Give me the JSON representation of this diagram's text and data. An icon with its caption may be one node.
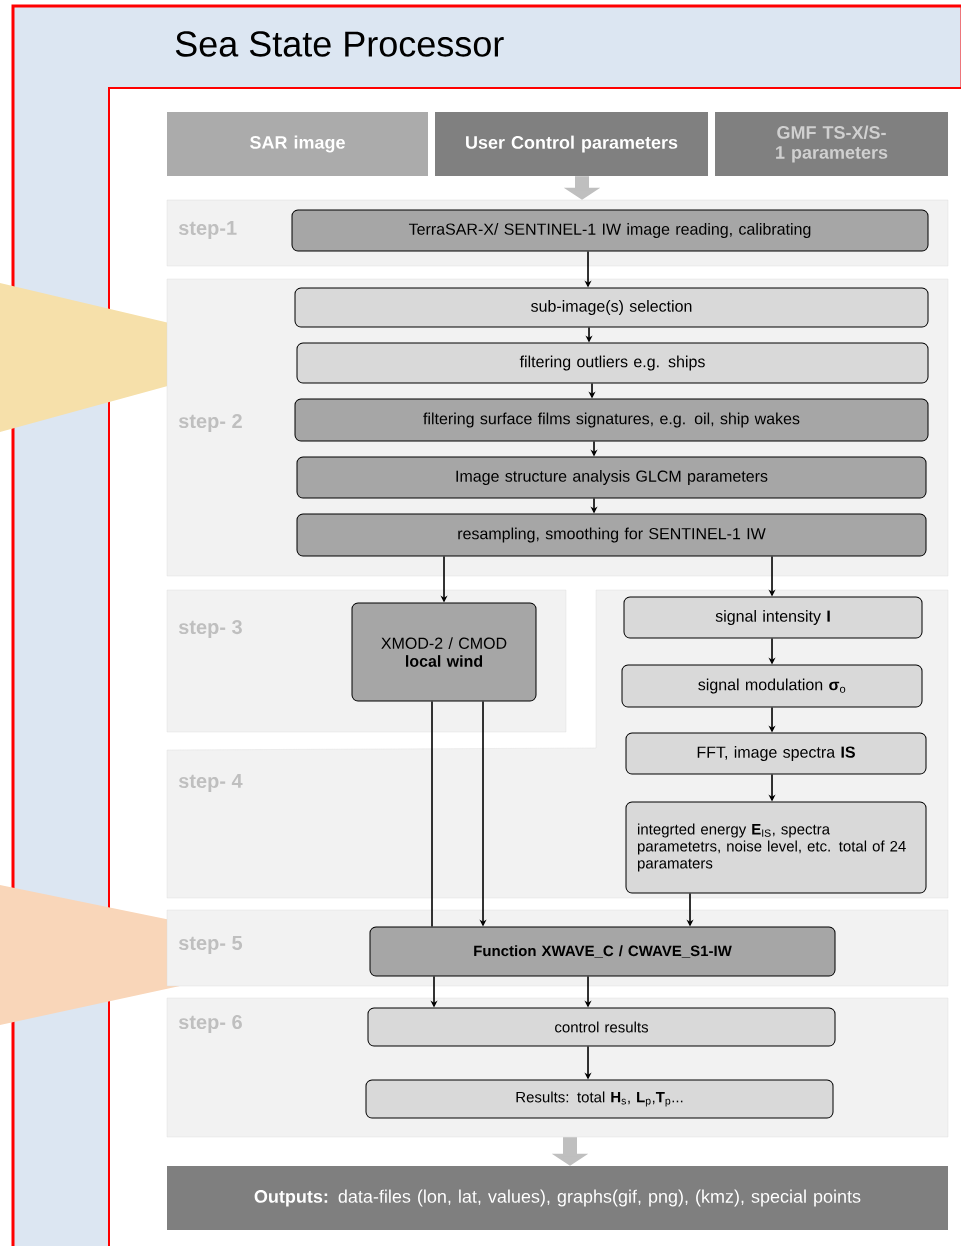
{
  "diagram": {
    "title": "Sea State Processor",
    "nodes": [
      {
        "text": [
          "SAR image"
        ]
      },
      {
        "text": [
          "User Control parameters"
        ]
      },
      {
        "text": [
          "GMF TS-X/S-1 parameters"
        ]
      },
      {
        "text": [
          "step-1"
        ]
      },
      {
        "text": [
          "TerraSAR-X/ SENTINEL-1 IW image reading, calibrating"
        ],
        "in": 3
      },
      {
        "text": [
          "step- 2"
        ]
      },
      {
        "text": [
          "sub-image(s)  selection"
        ],
        "in": 5
      },
      {
        "text": [
          "filtering outliers  e.g. ships"
        ],
        "in": 5
      },
      {
        "text": [
          "filtering  surface films signatures, e.g. oil, ship wakes"
        ],
        "in": 5
      },
      {
        "text": [
          "Image structure analysis GLCM parameters"
        ],
        "in": 5
      },
      {
        "text": [
          "resampling, smoothing for SENTINEL-1 IW"
        ],
        "in": 5
      },
      {
        "text": [
          "step- 3"
        ]
      },
      {
        "text": [
          "XMOD-2 / CMOD",
          "local wind"
        ],
        "in": 11
      },
      {
        "text": [
          "step- 4"
        ]
      },
      {
        "text": [
          "signal intensity **I**"
        ],
        "in": 13
      },
      {
        "text": [
          "signal modulation **σ**$_{o}$"
        ],
        "in": 13
      },
      {
        "text": [
          "FFT, image spectra **IS**"
        ],
        "in": 13
      },
      {
        "text": [
          "integrted energy **E**$_{IS}$, spectra parametetrs, noise level, etc. total of 24 paramaters"
        ],
        "in": 13
      },
      {
        "text": [
          "step- 5"
        ]
      },
      {
        "text": [
          "Function   XWAVE_C / CWAVE_S1-IW"
        ],
        "in": 18
      },
      {
        "text": [
          "step- 6"
        ]
      },
      {
        "text": [
          "control  results"
        ],
        "in": 20
      },
      {
        "text": [
          "Results: total **H**$_{s}$, **L**$_{p}$,**T**$_{p}$..."
        ],
        "in": 20
      },
      {
        "text": [
          "**Outputs:** data-files (lon, lat, values), graphs(gif, png), (kmz), special points"
        ]
      }
    ],
    "edges": [
      {
        "from": 1,
        "to": 3,
        "arrow": "to",
        "style": "thick",
        "color": "#bfbfbf"
      },
      {
        "from": 4,
        "to": 6,
        "arrow": "to"
      },
      {
        "from": 6,
        "to": 7,
        "arrow": "to"
      },
      {
        "from": 7,
        "to": 8,
        "arrow": "to"
      },
      {
        "from": 8,
        "to": 9,
        "arrow": "to"
      },
      {
        "from": 9,
        "to": 10,
        "arrow": "to"
      },
      {
        "from": 10,
        "to": 12,
        "arrow": "to"
      },
      {
        "from": 10,
        "to": 14,
        "arrow": "to"
      },
      {
        "from": 14,
        "to": 15,
        "arrow": "to"
      },
      {
        "from": 15,
        "to": 16,
        "arrow": "to"
      },
      {
        "from": 16,
        "to": 17,
        "arrow": "to"
      },
      {
        "from": 12,
        "to": 19,
        "arrow": "none"
      },
      {
        "from": 12,
        "to": 19,
        "arrow": "to"
      },
      {
        "from": 17,
        "to": 19,
        "arrow": "to"
      },
      {
        "from": 19,
        "to": 21,
        "arrow": "to"
      },
      {
        "from": 19,
        "to": 21,
        "arrow": "to"
      },
      {
        "from": 21,
        "to": 22,
        "arrow": "to"
      },
      {
        "from": 20,
        "to": 23,
        "arrow": "to",
        "style": "thick",
        "color": "#bfbfbf"
      }
    ]
  }
}
